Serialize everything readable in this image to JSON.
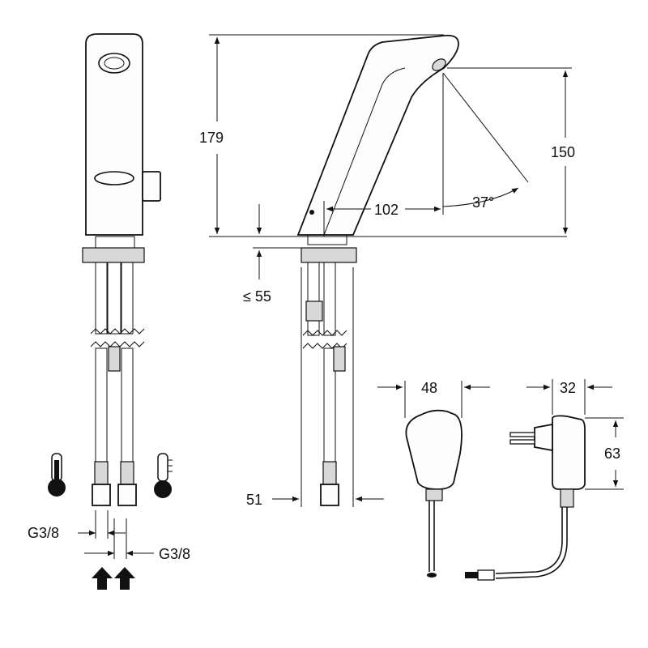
{
  "dimensions": {
    "height_total": "179",
    "spout_reach": "102",
    "sensor_angle": "37°",
    "sensor_height": "150",
    "deck_thickness": "≤ 55",
    "hose_spacing": "51",
    "transformer_width": "48",
    "adapter_width": "32",
    "adapter_height": "63",
    "connection_left": "G3/8",
    "connection_right": "G3/8"
  },
  "icons": {
    "hot": "thermometer-hot-icon",
    "cold": "thermometer-cold-icon",
    "flow": "arrow-up-icon"
  }
}
